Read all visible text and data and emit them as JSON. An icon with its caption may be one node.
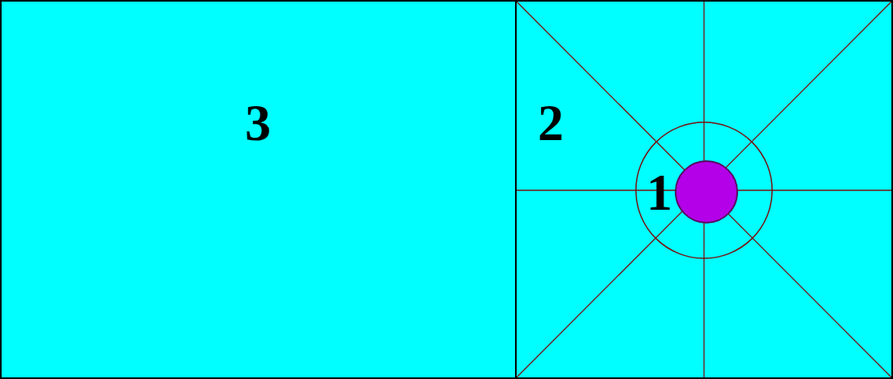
{
  "diagram": {
    "nodes": [
      {
        "text": [
          "3"
        ]
      },
      {
        "text": [
          "2"
        ]
      },
      {
        "text": [
          "1"
        ],
        "in": 1
      }
    ]
  }
}
